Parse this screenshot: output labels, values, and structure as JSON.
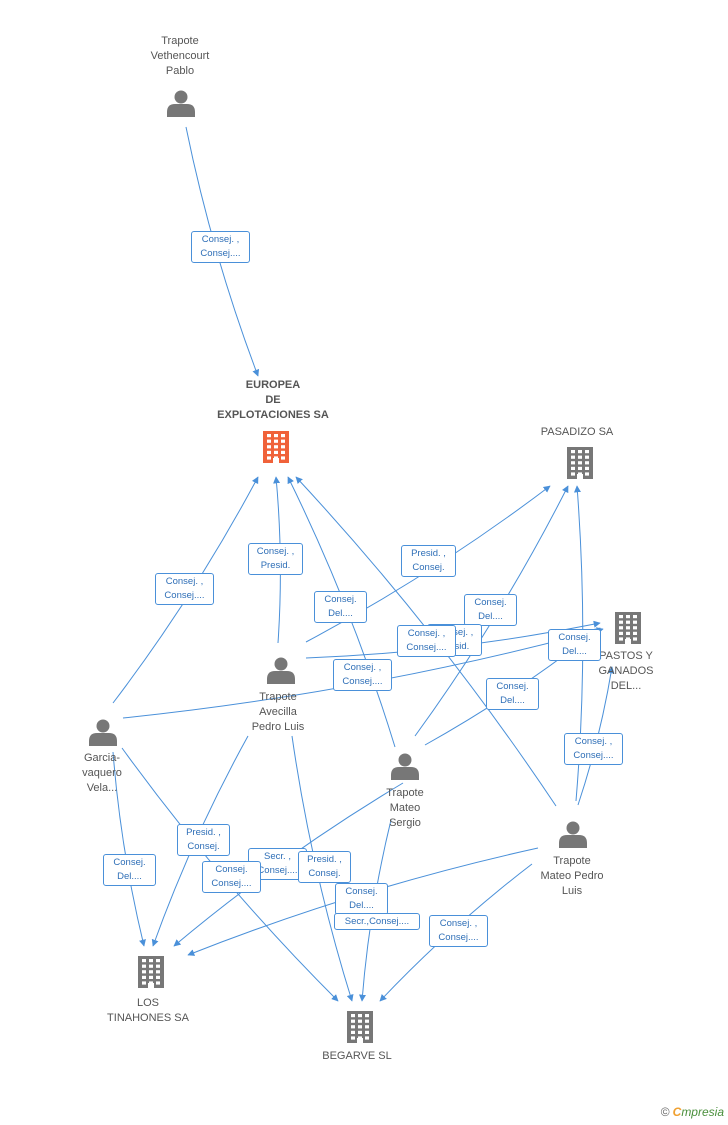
{
  "colors": {
    "edge": "#4a90d9",
    "person": "#777777",
    "company": "#777777",
    "focus_company": "#f0623a",
    "label_text": "#2f6fb7"
  },
  "nodes": [
    {
      "id": "trapote-vethencourt",
      "type": "person",
      "label": "Trapote\nVethencourt\nPablo"
    },
    {
      "id": "europea",
      "type": "focus-company",
      "label": "EUROPEA\nDE\nEXPLOTACIONES SA"
    },
    {
      "id": "pasadizo",
      "type": "company",
      "label": "PASADIZO SA"
    },
    {
      "id": "pastos",
      "type": "company",
      "label": "PASTOS Y\nGANADOS\nDEL..."
    },
    {
      "id": "trapote-avecilla",
      "type": "person",
      "label": "Trapote\nAvecilla\nPedro Luis"
    },
    {
      "id": "garcia-vaquero",
      "type": "person",
      "label": "Garcia-\nvaquero\nVela..."
    },
    {
      "id": "trapote-mateo-sergio",
      "type": "person",
      "label": "Trapote\nMateo\nSergio"
    },
    {
      "id": "trapote-mateo-pedro",
      "type": "person",
      "label": "Trapote\nMateo Pedro\nLuis"
    },
    {
      "id": "los-tinahones",
      "type": "company",
      "label": "LOS\nTINAHONES SA"
    },
    {
      "id": "begarve",
      "type": "company",
      "label": "BEGARVE SL"
    }
  ],
  "edge_labels": [
    "Consej. ,\nConsej....",
    "Consej. ,\nPresid.",
    "Consej. ,\nConsej....",
    "Presid. ,\nConsej.",
    "Consej.\nDel....",
    "Consej.\nDel....",
    "Consej. ,\nPresid.",
    "Consej. ,\nConsej....",
    "Consej.\nDel....",
    "Consej. ,\nConsej....",
    "Consej.\nDel....",
    "Consej. ,\nConsej....",
    "Presid. ,\nConsej.",
    "Consej.\nDel....",
    "Secr. ,\nConsej....",
    "Presid. ,\nConsej.",
    "Consej.\nConsej....",
    "Consej.\nDel....",
    "Secr.,Consej....",
    "Consej. ,\nConsej...."
  ],
  "footer": {
    "copyright": "©",
    "brand_first": "C",
    "brand_rest": "mpresia"
  }
}
